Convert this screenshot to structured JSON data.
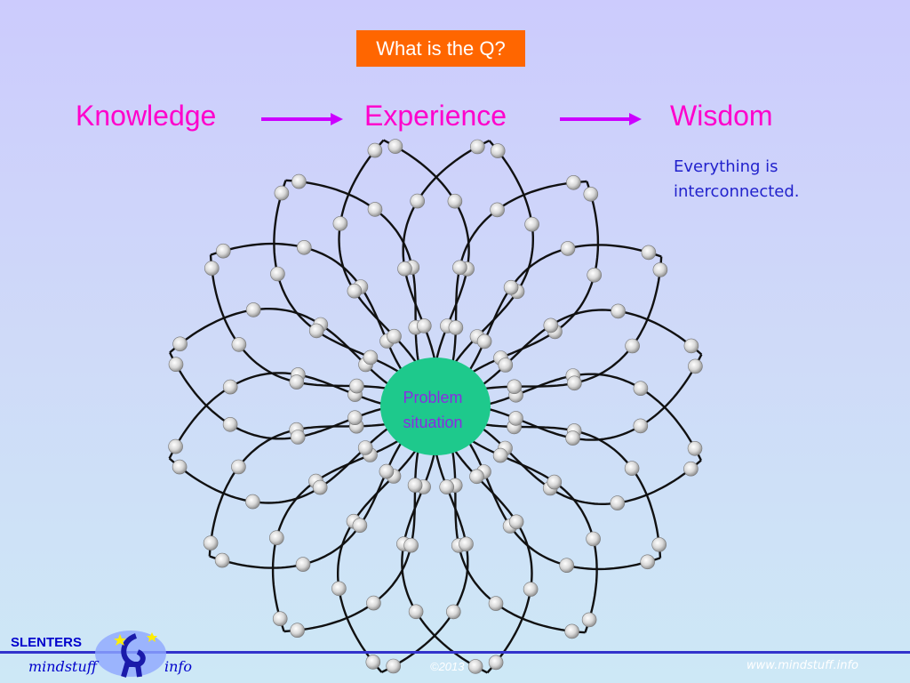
{
  "title": "What is the Q?",
  "flow": {
    "step1": "Knowledge",
    "step2": "Experience",
    "step3": "Wisdom",
    "arrow_color": "#cc00ff"
  },
  "note": {
    "line1": "Everything is",
    "line2": "interconnected."
  },
  "center": {
    "line1": "Problem",
    "line2": "situation",
    "fill": "#1ec98c"
  },
  "footer": {
    "brand_name": "SLENTERS",
    "brand_left": "mindstuff",
    "brand_right": "info",
    "copyright": "©2013",
    "site": "www.mindstuff.info"
  },
  "colors": {
    "title_bg": "#ff6600",
    "flow_text": "#ff00cc",
    "note_text": "#2222cc",
    "rule": "#3333cc"
  }
}
